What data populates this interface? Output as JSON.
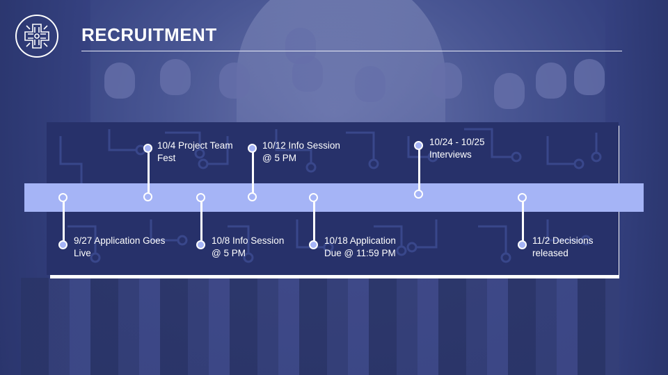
{
  "slide": {
    "title": "RECRUITMENT",
    "logo_icon": "circuit-cross-logo",
    "accent_color": "#a5b4f6",
    "panel_color": "#27316a"
  },
  "timeline": {
    "above": [
      {
        "label": "10/4 Project Team\nFest"
      },
      {
        "label": "10/12 Info Session\n@ 5 PM"
      },
      {
        "label": "10/24 - 10/25\nInterviews"
      }
    ],
    "below": [
      {
        "label": "9/27 Application Goes\nLive"
      },
      {
        "label": "10/8 Info Session\n@ 5 PM"
      },
      {
        "label": "10/18 Application\nDue @ 11:59 PM"
      },
      {
        "label": "11/2 Decisions\nreleased"
      }
    ]
  }
}
